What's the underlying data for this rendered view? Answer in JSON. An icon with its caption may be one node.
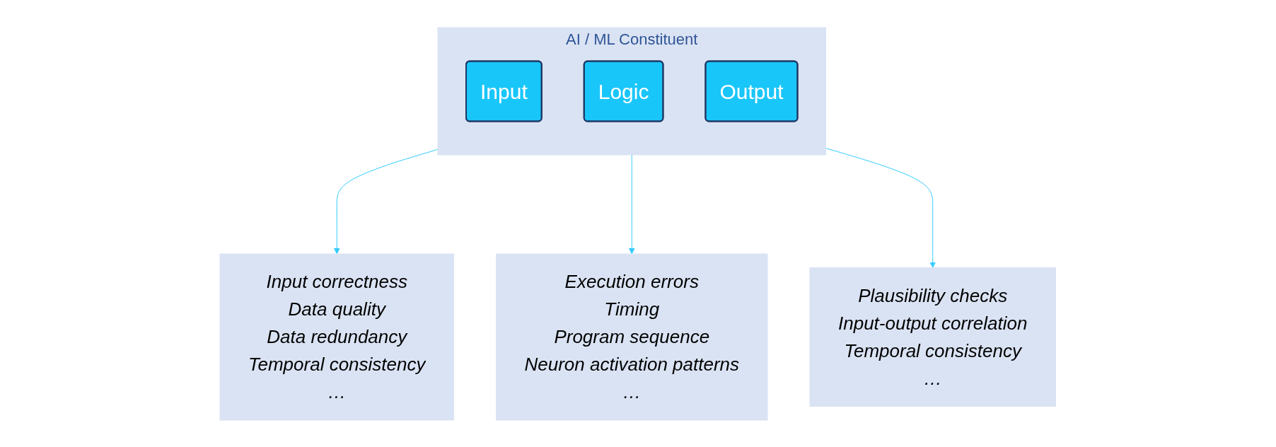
{
  "diagram": {
    "nodes": [
      {
        "text": [
          "AI / ML Constituent"
        ]
      },
      {
        "text": [
          "Input"
        ],
        "in": 0
      },
      {
        "text": [
          "Logic"
        ],
        "in": 0
      },
      {
        "text": [
          "Output"
        ],
        "in": 0
      },
      {
        "text": [
          "Input correctness",
          "Data quality",
          "Data redundancy",
          "Temporal consistency",
          "…"
        ]
      },
      {
        "text": [
          "Execution errors",
          "Timing",
          "Program sequence",
          "Neuron activation patterns",
          "…"
        ]
      },
      {
        "text": [
          "Plausibility checks",
          "Input-output correlation",
          "Temporal consistency",
          "…"
        ]
      }
    ],
    "edges": [
      {
        "from": 0,
        "to": 4,
        "arrow": "to"
      },
      {
        "from": 0,
        "to": 5,
        "arrow": "to"
      },
      {
        "from": 0,
        "to": 6,
        "arrow": "to"
      }
    ]
  }
}
